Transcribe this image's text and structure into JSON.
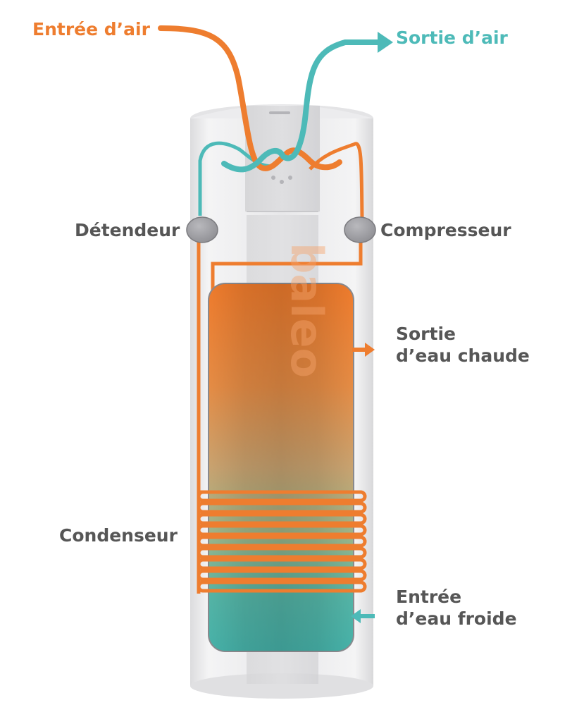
{
  "labels": {
    "air_in": "Entrée d’air",
    "air_out": "Sortie d’air",
    "expansion_valve": "Détendeur",
    "compressor": "Compresseur",
    "hot_water_out_line1": "Sortie",
    "hot_water_out_line2": "d’eau chaude",
    "condenser": "Condenseur",
    "cold_water_in_line1": "Entrée",
    "cold_water_in_line2": "d’eau froide"
  },
  "brand": "baleo",
  "colors": {
    "orange": "#ee7d2f",
    "teal": "#4dbab8",
    "grey_text": "#565656",
    "component_grey": "#a4a4a8"
  },
  "icons": [
    "arrow-right-icon"
  ]
}
